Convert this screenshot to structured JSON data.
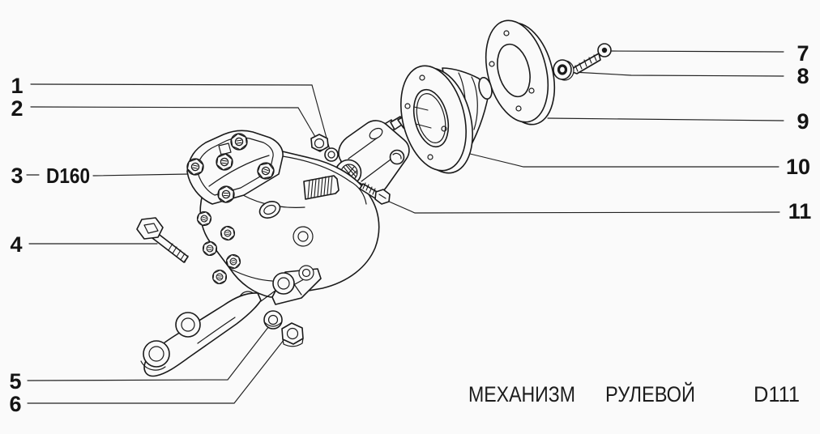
{
  "page": {
    "background": "#fafafa",
    "ink": "#1a1a1a",
    "caption": {
      "word1": "МЕХАНИЗМ",
      "word2": "РУЛЕВОЙ",
      "code": "D111"
    }
  },
  "callouts": {
    "n1": "1",
    "n2": "2",
    "n3": "3",
    "n4": "4",
    "n5": "5",
    "n6": "6",
    "n7": "7",
    "n8": "8",
    "n9": "9",
    "n10": "10",
    "n11": "11",
    "ref": "D160"
  },
  "parts": {
    "1": "small-washer",
    "2": "nut",
    "3": "steering-gearbox-with-bracket-and-pitman-arm",
    "4": "hex-bolt",
    "5": "washer",
    "6": "hex-nut",
    "7": "screw",
    "8": "washer-grommet",
    "9": "flange-plate",
    "10": "sealing-boot-cover",
    "11": "hex-bolt",
    "unlabeled": "universal-joint-shaft"
  }
}
